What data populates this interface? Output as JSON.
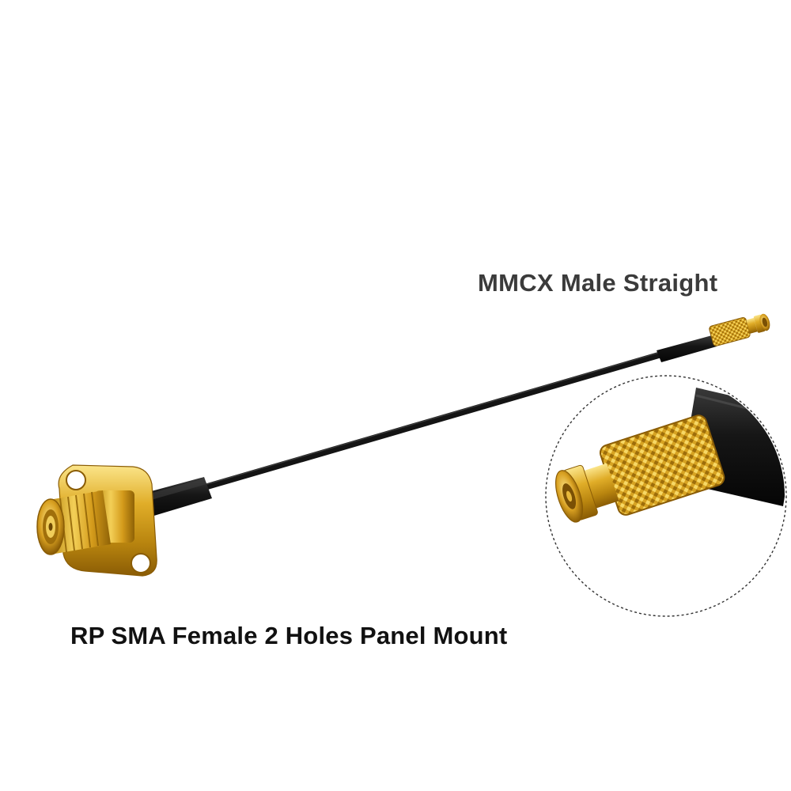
{
  "labels": {
    "mmcx": "MMCX Male Straight",
    "rpsma_prefix": "RP",
    "rpsma_rest": "SMA Female 2 Holes Panel Mount"
  },
  "colors": {
    "background": "#ffffff",
    "cable": "#141414",
    "gold": "#d9a520",
    "gold_dark": "#9a6a08",
    "gold_light": "#f6d66a",
    "label_dark": "#111111",
    "label_gray": "#3b3b3b"
  }
}
